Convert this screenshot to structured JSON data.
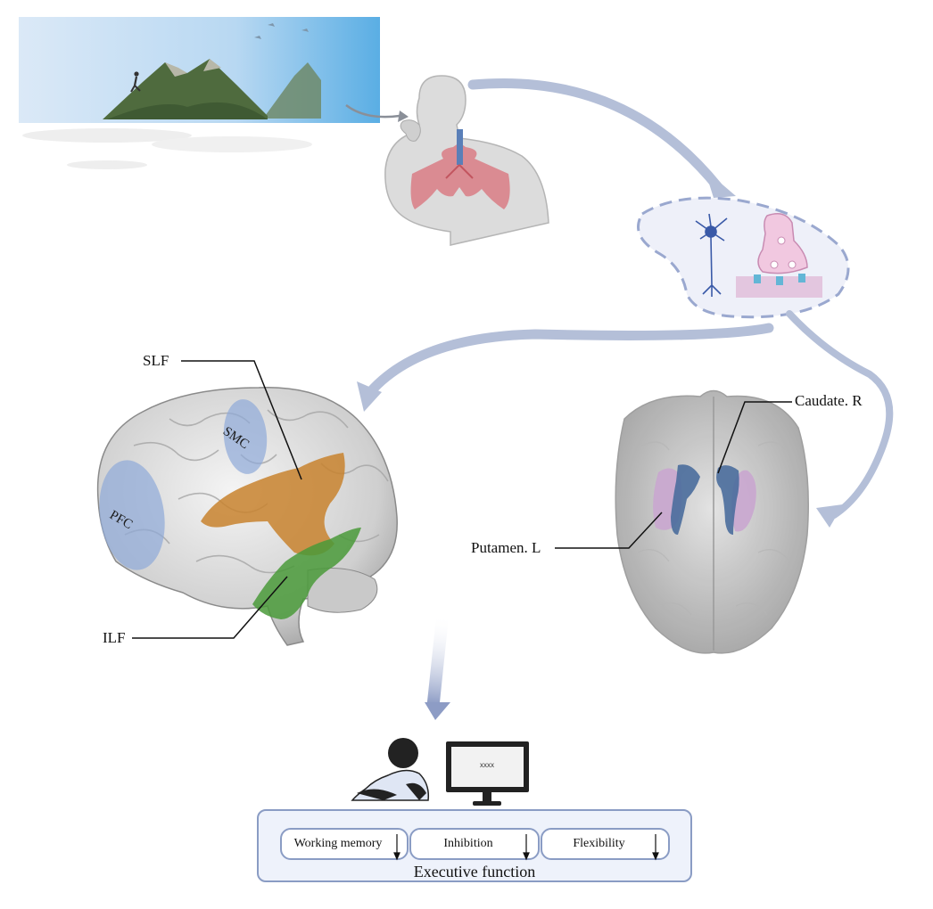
{
  "labels": {
    "slf": "SLF",
    "ilf": "ILF",
    "smc": "SMC",
    "pfc": "PFC",
    "caudate_r": "Caudate. R",
    "putamen_l": "Putamen. L"
  },
  "screen_text": "xxxx",
  "executive_function": {
    "title": "Executive function",
    "items": [
      "Working memory",
      "Inhibition",
      "Flexibility"
    ]
  },
  "colors": {
    "arrow": "#b4bfd8",
    "panel_border": "#8a9cc4",
    "panel_bg": "#eef2fb",
    "sky": "#6fb4e6",
    "mountain": "#4f6b3e",
    "lungs": "#d9828a",
    "neuron": "#3a5aa8",
    "synapse": "#e8b7d4",
    "slf_tract": "#c8822e",
    "ilf_tract": "#4a9a3a",
    "region_blue": "#8fa9d9",
    "caudate": "#4a6d9c",
    "putamen": "#c9a6cf"
  }
}
